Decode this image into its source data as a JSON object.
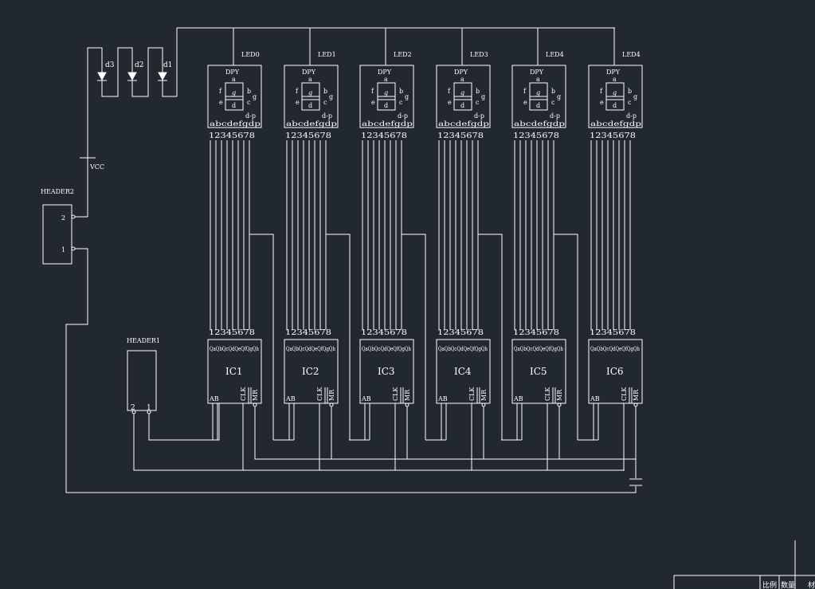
{
  "colors": {
    "background": "#212830",
    "line": "#ffffff"
  },
  "power": {
    "vcc_label": "VCC",
    "diodes": [
      "d3",
      "d2",
      "d1"
    ]
  },
  "header2": {
    "label": "HEADER2",
    "pins": [
      "2",
      "1"
    ]
  },
  "header1": {
    "label": "HEADER1",
    "pins": [
      "2",
      "1"
    ]
  },
  "displays": [
    {
      "led_label": "LED0",
      "part": "DPY",
      "ic_label": "IC1"
    },
    {
      "led_label": "LED1",
      "part": "DPY",
      "ic_label": "IC2"
    },
    {
      "led_label": "LED2",
      "part": "DPY",
      "ic_label": "IC3"
    },
    {
      "led_label": "LED3",
      "part": "DPY",
      "ic_label": "IC4"
    },
    {
      "led_label": "LED4",
      "part": "DPY",
      "ic_label": "IC5"
    },
    {
      "led_label": "LED4",
      "part": "DPY",
      "ic_label": "IC6"
    }
  ],
  "segment": {
    "top": "a",
    "left_upper": "f",
    "left_lower": "e",
    "right_upper": "b",
    "right_lower": "c",
    "middle": "g",
    "bottom": "d",
    "g_side": "g",
    "dp": "d-p",
    "pin_names": "abcdefgdp",
    "pin_numbers": "12345678"
  },
  "ic_pins": {
    "numbers": "12345678",
    "outputs": "QaQbQcQdQeQfQgQh",
    "ab": "AB",
    "clk": "CLK",
    "mr": "MR"
  },
  "title_block": {
    "cells": [
      "比例",
      "数量",
      "材"
    ]
  }
}
